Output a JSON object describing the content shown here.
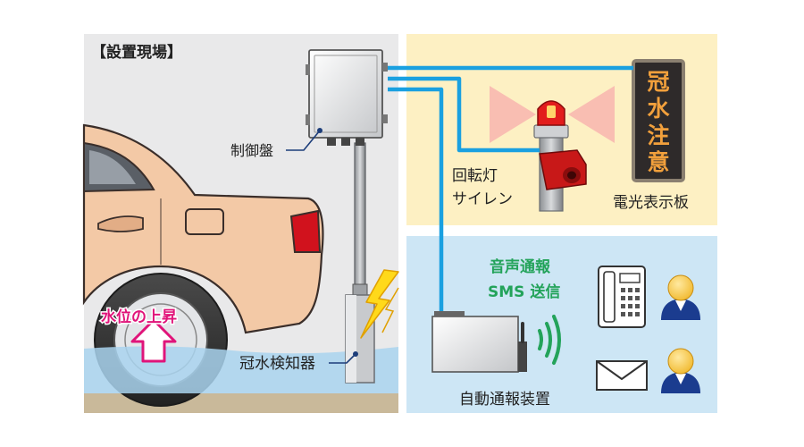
{
  "site": {
    "label": "【設置現場】"
  },
  "labels": {
    "control_panel": "制御盤",
    "rotating_light": "回転灯",
    "siren": "サイレン",
    "display_board": "電光表示板",
    "flood_detector": "冠水検知器",
    "water_rise": "水位の上昇",
    "auto_reporter": "自動通報装置",
    "voice_report": "音声通報",
    "sms_send": "SMS 送信"
  },
  "display_board_text": [
    "冠",
    "水",
    "注",
    "意"
  ],
  "colors": {
    "site_bg": "#e9e9ea",
    "warning_panel_bg": "#fdf0c3",
    "report_panel_bg": "#cde6f5",
    "cable": "#1aa0e0",
    "water": "#a9d3ee",
    "ground": "#c9b99a",
    "car_body": "#f3c9a6",
    "display_text": "#f2a03c",
    "water_rise_text": "#e0147a",
    "report_text": "#23a35a"
  }
}
